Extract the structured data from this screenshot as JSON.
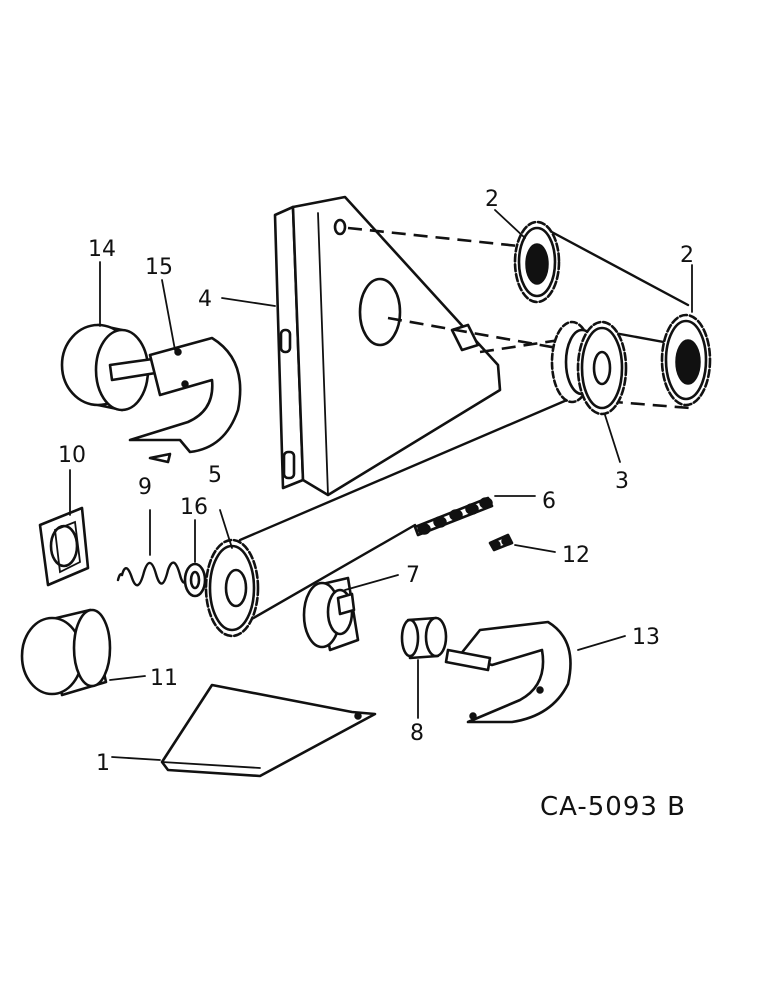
{
  "diagram": {
    "reference_code": "CA-5093 B",
    "callouts": [
      "1",
      "2",
      "2",
      "3",
      "4",
      "5",
      "6",
      "7",
      "8",
      "9",
      "10",
      "11",
      "12",
      "13",
      "14",
      "15",
      "16"
    ]
  }
}
